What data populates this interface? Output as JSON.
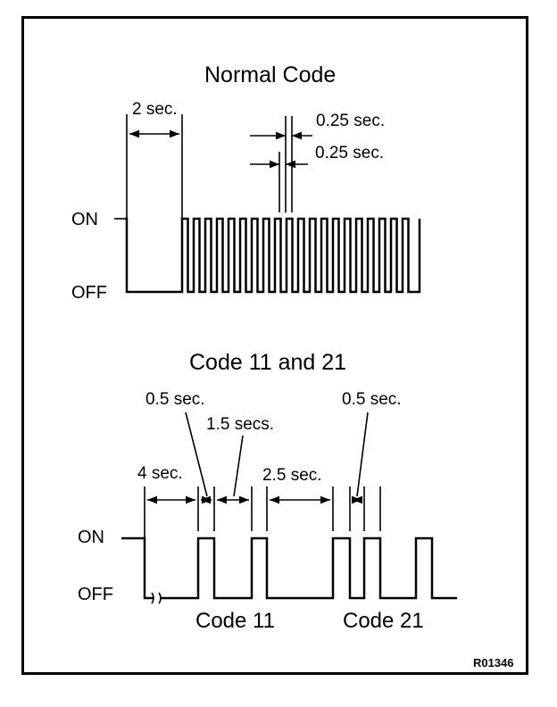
{
  "normal": {
    "title": "Normal Code",
    "on_label": "ON",
    "off_label": "OFF",
    "dim_initial": "2 sec.",
    "dim_pulse_a": "0.25 sec.",
    "dim_pulse_b": "0.25 sec."
  },
  "codes": {
    "title": "Code 11 and 21",
    "on_label": "ON",
    "off_label": "OFF",
    "dim_start": "4 sec.",
    "dim_pulse_left": "0.5 sec.",
    "dim_gap": "1.5 secs.",
    "dim_pause": "2.5 sec.",
    "dim_pulse_right": "0.5 sec.",
    "code_a": "Code 11",
    "code_b": "Code 21"
  },
  "reference": "R01346",
  "colors": {
    "line": "#000000",
    "background": "#ffffff"
  }
}
